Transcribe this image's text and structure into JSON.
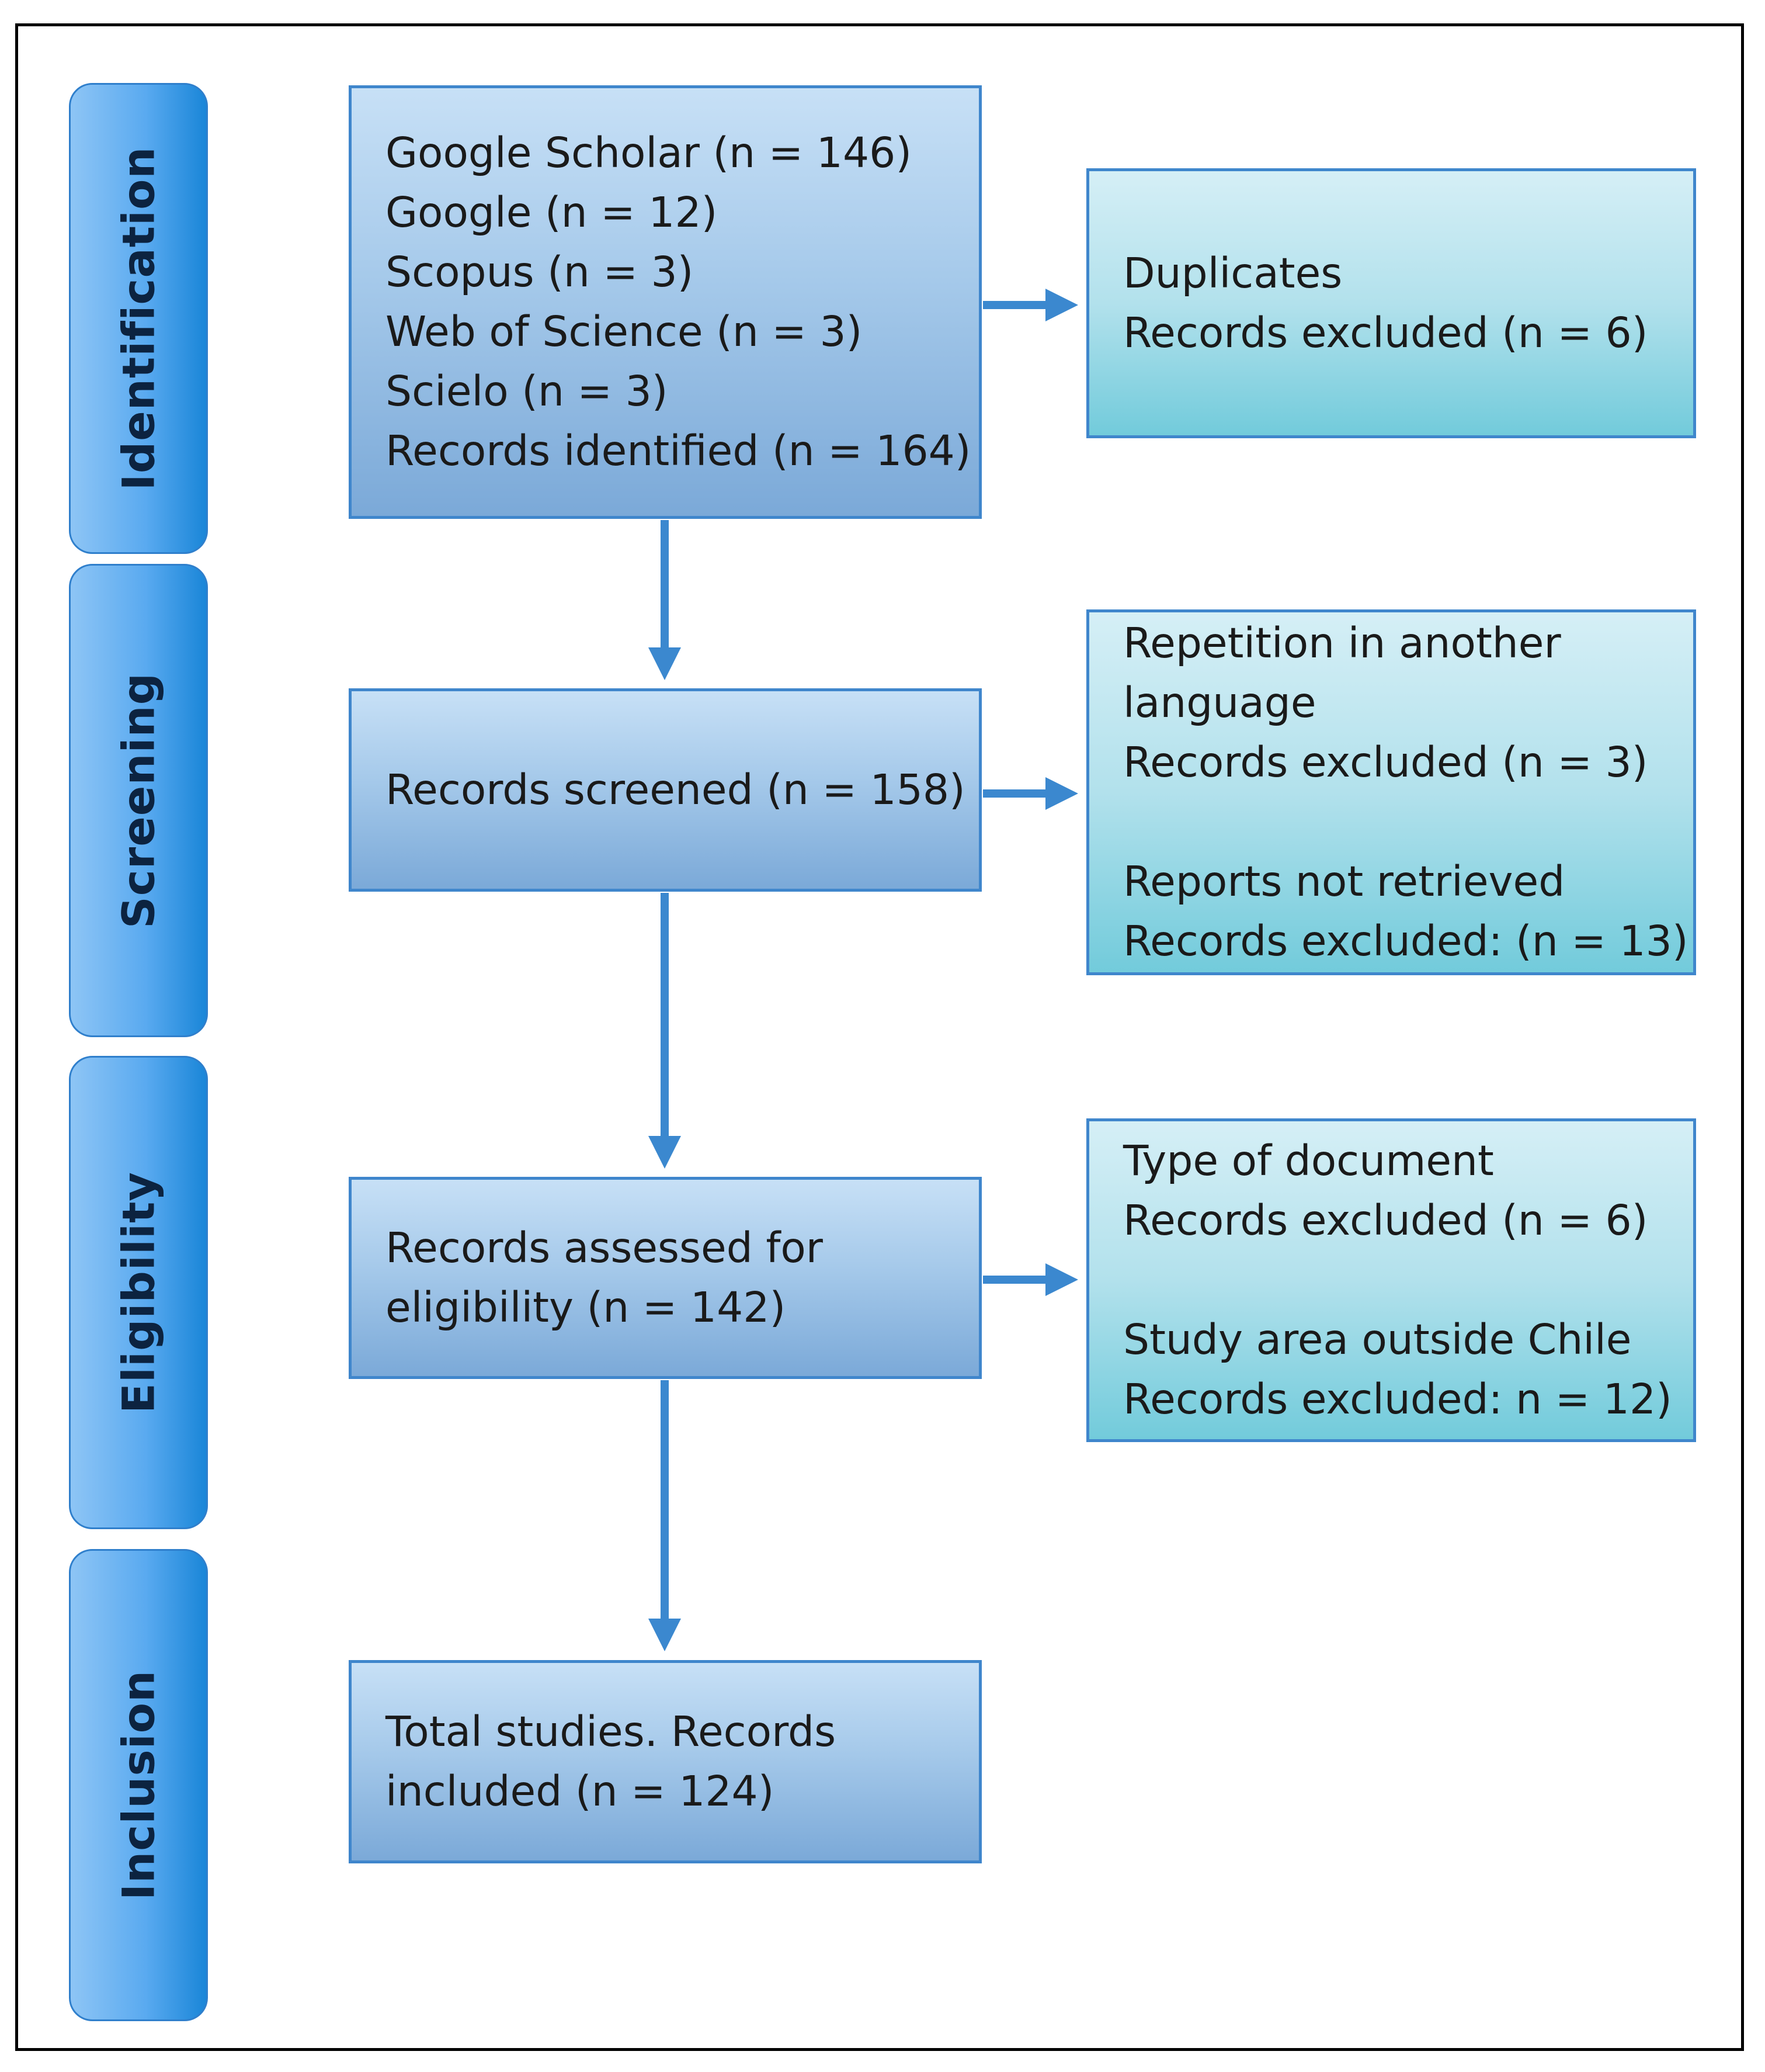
{
  "phases": [
    {
      "label": "Identification"
    },
    {
      "label": "Screening"
    },
    {
      "label": "Eligibility"
    },
    {
      "label": "Inclusion"
    }
  ],
  "main_boxes": {
    "identification": {
      "lines": [
        "Google Scholar (n = 146)",
        "Google (n = 12)",
        "Scopus (n = 3)",
        "Web of Science (n = 3)",
        "Scielo (n = 3)",
        "Records identified (n = 164)"
      ]
    },
    "screening": {
      "lines": [
        "Records screened (n = 158)"
      ]
    },
    "eligibility": {
      "lines": [
        "Records assessed for",
        "eligibility (n = 142)"
      ]
    },
    "inclusion": {
      "lines": [
        "Total studies. Records",
        "included (n = 124)"
      ]
    }
  },
  "side_boxes": {
    "duplicates": {
      "lines": [
        "Duplicates",
        "Records excluded (n = 6)"
      ]
    },
    "screening_exclusions": {
      "group1": [
        "Repetition in another",
        "language",
        "Records excluded (n = 3)"
      ],
      "group2": [
        "Reports not retrieved",
        "Records excluded: (n = 13)"
      ]
    },
    "eligibility_exclusions": {
      "group1": [
        "Type of document",
        "Records excluded (n = 6)"
      ],
      "group2": [
        "Study area outside Chile",
        "Records excluded: n = 12)"
      ]
    }
  },
  "colors": {
    "main_box_border": "#3f86cc",
    "arrow": "#3b88cf",
    "phase_dark": "#1a86d8",
    "phase_light": "#8ec5f5",
    "side_box_bottom": "#72cbdb"
  }
}
